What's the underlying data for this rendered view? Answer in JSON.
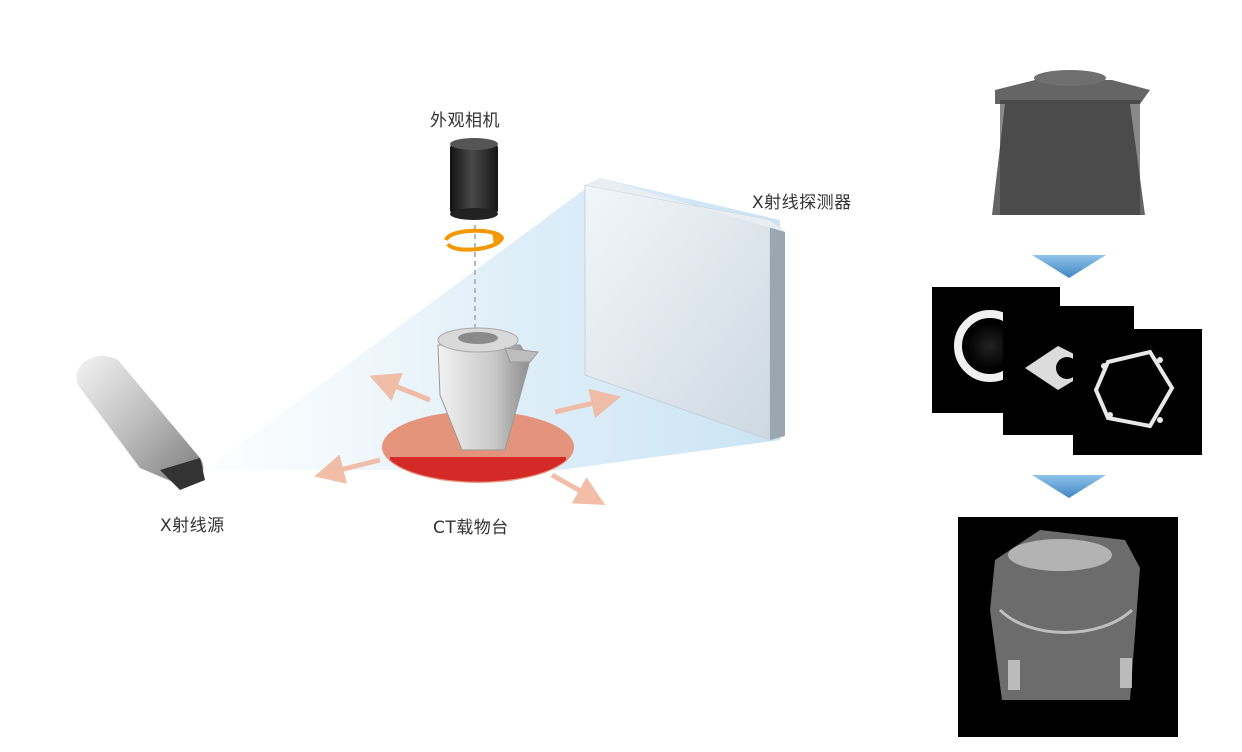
{
  "labels": {
    "camera": "外观相机",
    "detector": "X射线探测器",
    "source": "X射线源",
    "stage": "CT载物台"
  },
  "colors": {
    "beam": "#cfe6f5",
    "stage_top": "#e48a6e",
    "stage_front": "#d21d1d",
    "arrow": "#f1b79f",
    "rotation_arrow": "#f39800",
    "flow_arrow": "#5fa3d6",
    "camera": "#2a2a2a",
    "detector": "#dfe6ee",
    "panel_bg": "#000000"
  },
  "icons": {
    "source": "xray-tube-icon",
    "camera": "camera-lens-icon",
    "rotation": "rotation-arrow-icon",
    "flow": "down-triangle-icon"
  }
}
